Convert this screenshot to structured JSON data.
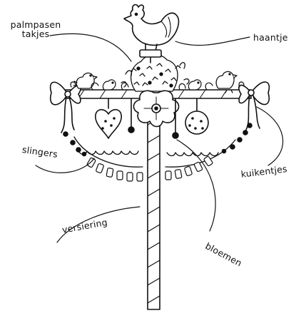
{
  "labels": {
    "palmpasen_line1": "palmpasen",
    "palmpasen_line2": "takjes",
    "haantje": "haantje",
    "slingers": "slingers",
    "kuikentjes": "kuikentjes",
    "versiering": "versiering",
    "bloemen": "bloemen"
  },
  "colors": {
    "ink": "#111111",
    "background": "#ffffff"
  }
}
